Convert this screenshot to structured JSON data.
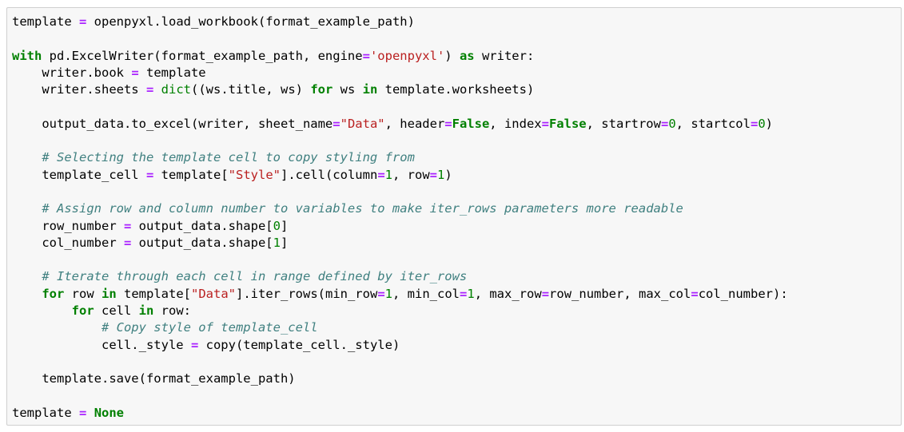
{
  "code_lines": [
    [
      [
        "id",
        "template "
      ],
      [
        "op",
        "="
      ],
      [
        "id",
        " openpyxl.load_workbook(format_example_path)"
      ]
    ],
    [],
    [
      [
        "kw",
        "with"
      ],
      [
        "id",
        " pd.ExcelWriter(format_example_path, engine"
      ],
      [
        "op",
        "="
      ],
      [
        "str",
        "'openpyxl'"
      ],
      [
        "id",
        ") "
      ],
      [
        "kw",
        "as"
      ],
      [
        "id",
        " writer:"
      ]
    ],
    [
      [
        "id",
        "    writer.book "
      ],
      [
        "op",
        "="
      ],
      [
        "id",
        " template"
      ]
    ],
    [
      [
        "id",
        "    writer.sheets "
      ],
      [
        "op",
        "="
      ],
      [
        "id",
        " "
      ],
      [
        "builtin",
        "dict"
      ],
      [
        "id",
        "((ws.title, ws) "
      ],
      [
        "kw",
        "for"
      ],
      [
        "id",
        " ws "
      ],
      [
        "kw",
        "in"
      ],
      [
        "id",
        " template.worksheets)"
      ]
    ],
    [],
    [
      [
        "id",
        "    output_data.to_excel(writer, sheet_name"
      ],
      [
        "op",
        "="
      ],
      [
        "str",
        "\"Data\""
      ],
      [
        "id",
        ", header"
      ],
      [
        "op",
        "="
      ],
      [
        "kw",
        "False"
      ],
      [
        "id",
        ", index"
      ],
      [
        "op",
        "="
      ],
      [
        "kw",
        "False"
      ],
      [
        "id",
        ", startrow"
      ],
      [
        "op",
        "="
      ],
      [
        "num",
        "0"
      ],
      [
        "id",
        ", startcol"
      ],
      [
        "op",
        "="
      ],
      [
        "num",
        "0"
      ],
      [
        "id",
        ")"
      ]
    ],
    [],
    [
      [
        "id",
        "    "
      ],
      [
        "com",
        "# Selecting the template cell to copy styling from"
      ]
    ],
    [
      [
        "id",
        "    template_cell "
      ],
      [
        "op",
        "="
      ],
      [
        "id",
        " template["
      ],
      [
        "str",
        "\"Style\""
      ],
      [
        "id",
        "].cell(column"
      ],
      [
        "op",
        "="
      ],
      [
        "num",
        "1"
      ],
      [
        "id",
        ", row"
      ],
      [
        "op",
        "="
      ],
      [
        "num",
        "1"
      ],
      [
        "id",
        ")"
      ]
    ],
    [],
    [
      [
        "id",
        "    "
      ],
      [
        "com",
        "# Assign row and column number to variables to make iter_rows parameters more readable"
      ]
    ],
    [
      [
        "id",
        "    row_number "
      ],
      [
        "op",
        "="
      ],
      [
        "id",
        " output_data.shape["
      ],
      [
        "num",
        "0"
      ],
      [
        "id",
        "]"
      ]
    ],
    [
      [
        "id",
        "    col_number "
      ],
      [
        "op",
        "="
      ],
      [
        "id",
        " output_data.shape["
      ],
      [
        "num",
        "1"
      ],
      [
        "id",
        "]"
      ]
    ],
    [],
    [
      [
        "id",
        "    "
      ],
      [
        "com",
        "# Iterate through each cell in range defined by iter_rows"
      ]
    ],
    [
      [
        "id",
        "    "
      ],
      [
        "kw",
        "for"
      ],
      [
        "id",
        " row "
      ],
      [
        "kw",
        "in"
      ],
      [
        "id",
        " template["
      ],
      [
        "str",
        "\"Data\""
      ],
      [
        "id",
        "].iter_rows(min_row"
      ],
      [
        "op",
        "="
      ],
      [
        "num",
        "1"
      ],
      [
        "id",
        ", min_col"
      ],
      [
        "op",
        "="
      ],
      [
        "num",
        "1"
      ],
      [
        "id",
        ", max_row"
      ],
      [
        "op",
        "="
      ],
      [
        "id",
        "row_number, max_col"
      ],
      [
        "op",
        "="
      ],
      [
        "id",
        "col_number):"
      ]
    ],
    [
      [
        "id",
        "        "
      ],
      [
        "kw",
        "for"
      ],
      [
        "id",
        " cell "
      ],
      [
        "kw",
        "in"
      ],
      [
        "id",
        " row:"
      ]
    ],
    [
      [
        "id",
        "            "
      ],
      [
        "com",
        "# Copy style of template_cell"
      ]
    ],
    [
      [
        "id",
        "            cell._style "
      ],
      [
        "op",
        "="
      ],
      [
        "id",
        " copy(template_cell._style)"
      ]
    ],
    [],
    [
      [
        "id",
        "    template.save(format_example_path)"
      ]
    ],
    [],
    [
      [
        "id",
        "template "
      ],
      [
        "op",
        "="
      ],
      [
        "id",
        " "
      ],
      [
        "kw",
        "None"
      ]
    ]
  ],
  "colors": {
    "background": "#f7f7f7",
    "border": "#cfcfcf",
    "keyword": "#008000",
    "operator": "#aa22ff",
    "string": "#ba2121",
    "number": "#008000",
    "comment": "#408080"
  }
}
